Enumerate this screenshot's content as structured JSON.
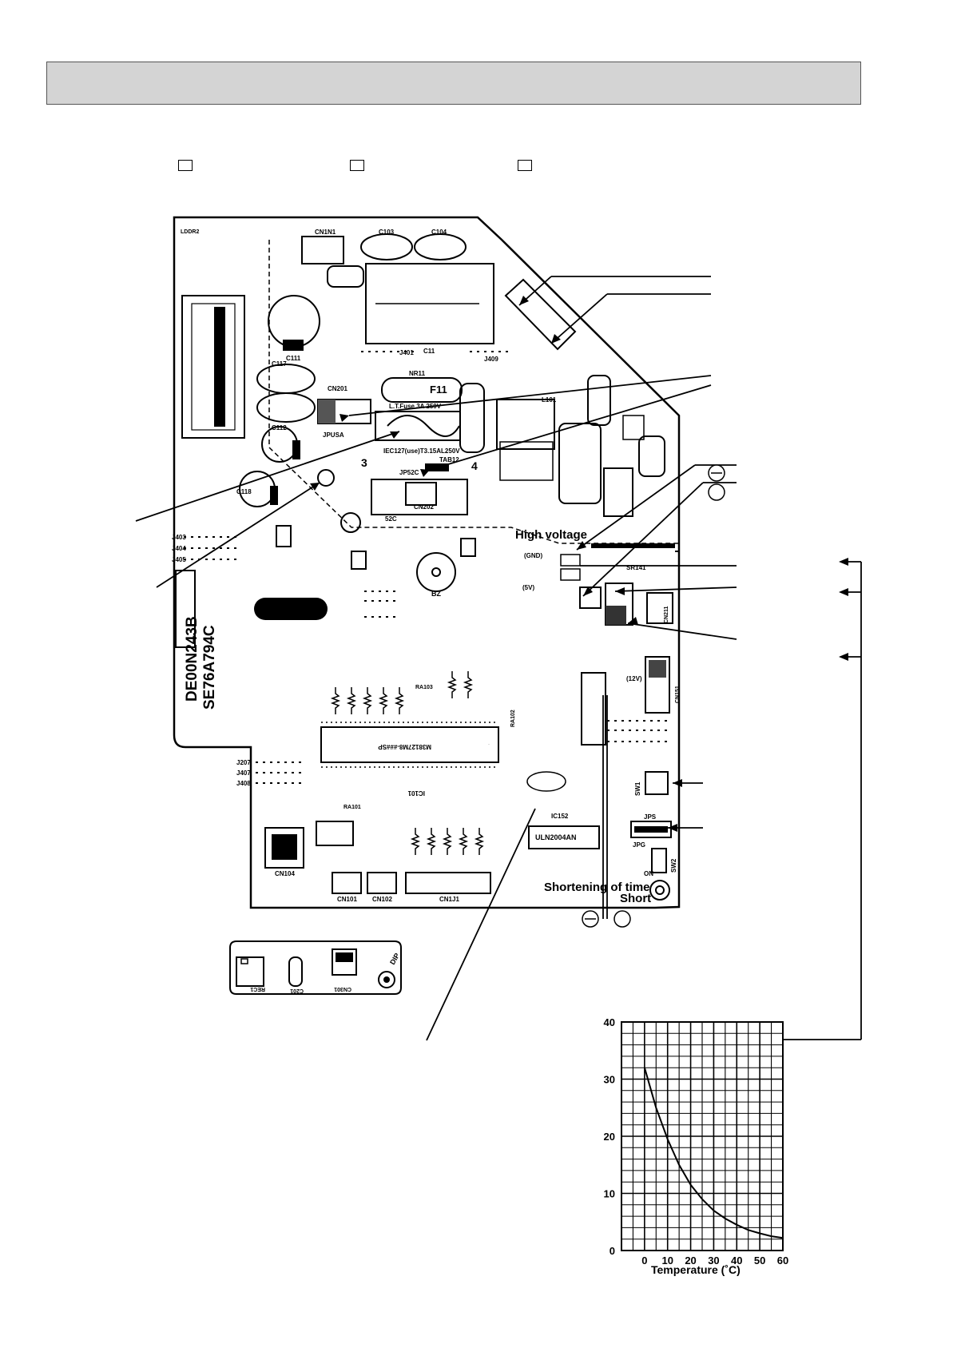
{
  "board": {
    "model_id": "DE00N243B",
    "part_number": "SE76A794C",
    "high_voltage_label": "High voltage",
    "shortening_label": "Shortening of time",
    "short_label": "Short",
    "fuse_label_1": "L.T.Fuse 3A 250V",
    "fuse_ref_1": "F11",
    "fuse_label_2": "IEC127(use)T3.15AL250V",
    "ic_main": "M38127M8-###SP",
    "ic_main_ref": "IC101",
    "ic_driver": "ULN2004AN",
    "ic_driver_ref": "IC152",
    "buzzer": "BZ",
    "connector_main": "CN1J1",
    "connector_101": "CN101",
    "connector_102": "CN102",
    "connector_104": "CN104",
    "label_gnd": "(GND)",
    "label_5v": "(5V)",
    "label_12v": "(12V)",
    "label_dip": "DIP",
    "label_rec1": "REC1",
    "label_c201": "C201",
    "label_cn301": "CN301",
    "jumpers_left": [
      "J403",
      "J404",
      "J405"
    ],
    "jumpers_left2": [
      "J207",
      "J407",
      "J408"
    ],
    "label_sw1": "SW1",
    "label_sw2": "SW2",
    "label_jps": "JPS",
    "label_jpg": "JPG",
    "label_on": "ON",
    "label_nr11": "NR11",
    "label_l101": "L101",
    "label_cn201": "CN201",
    "label_cn202": "CN202",
    "label_tab12": "TAB12",
    "label_jp52c": "JP52C",
    "label_jpusa": "JPUSA",
    "label_52c": "52C",
    "label_c11": "C11",
    "label_c103": "C103",
    "label_c104": "C104",
    "label_cn1n1": "CN1N1",
    "label_c111": "C111",
    "label_c117": "C117",
    "label_c112": "C112",
    "label_c118": "C118",
    "label_j401": "J401",
    "label_j409": "J409",
    "label_cn211": "CN211",
    "label_sr141": "SR141",
    "label_cn151": "CN151",
    "label_ra102": "RA102",
    "label_ra103": "RA103",
    "label_ra101": "RA101",
    "label_ldd2": "LDDR2"
  },
  "chart_data": {
    "type": "line",
    "title": "",
    "xlabel": "Temperature (˚C)",
    "ylabel": "",
    "xlim": [
      -10,
      60
    ],
    "ylim": [
      0,
      40
    ],
    "x_ticks": [
      0,
      10,
      20,
      30,
      40,
      50,
      60
    ],
    "y_ticks": [
      0,
      10,
      20,
      30,
      40
    ],
    "grid": true,
    "series": [
      {
        "x": [
          0,
          5,
          10,
          15,
          20,
          25,
          30,
          35,
          40,
          45,
          50,
          55,
          60
        ],
        "y": [
          32,
          25,
          19.5,
          15,
          11.5,
          9,
          7,
          5.6,
          4.5,
          3.6,
          3,
          2.5,
          2.2
        ]
      }
    ]
  }
}
